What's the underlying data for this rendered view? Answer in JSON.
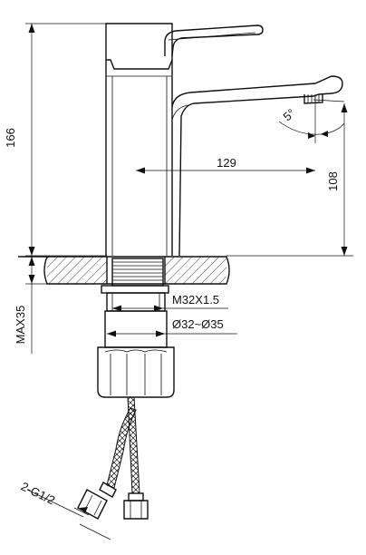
{
  "dimensions": {
    "height_overall": "166",
    "reach": "129",
    "spout_height": "108",
    "spout_angle": "5°",
    "mounting_thickness": "MAX35",
    "thread": "M32X1.5",
    "hole_diameter": "Ø32~Ø35",
    "inlet_thread": "2-G1/2"
  }
}
